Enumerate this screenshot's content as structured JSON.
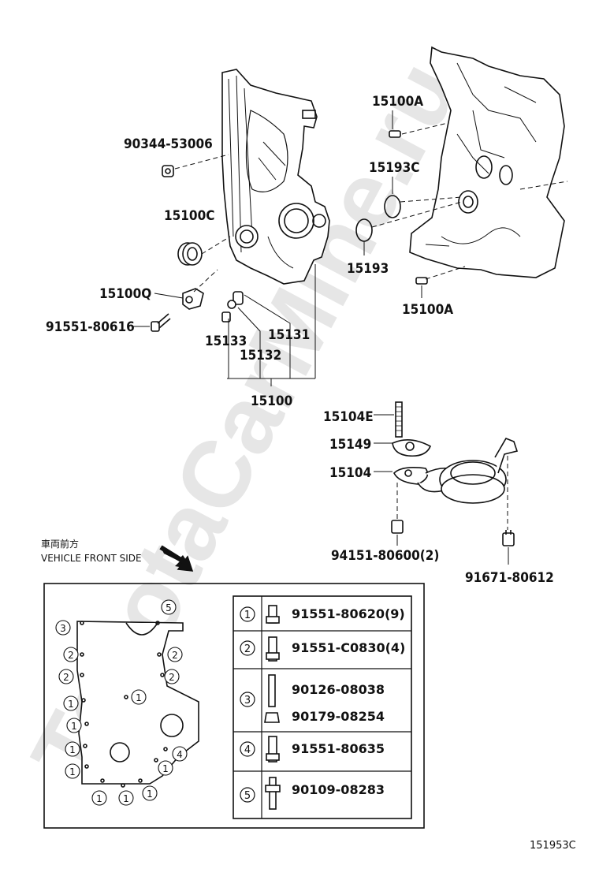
{
  "watermark": "ToyotaCarMine.ru",
  "callouts": {
    "c90344": "90344-53006",
    "c15100C": "15100C",
    "c15100Q": "15100Q",
    "c91551_80616": "91551-80616",
    "c15133": "15133",
    "c15132": "15132",
    "c15131": "15131",
    "c15100": "15100",
    "c15100A_top": "15100A",
    "c15193C": "15193C",
    "c15193": "15193",
    "c15100A_bot": "15100A",
    "c15104E": "15104E",
    "c15149": "15149",
    "c15104": "15104",
    "c94151": "94151-80600(2)",
    "c91671": "91671-80612"
  },
  "front_side": {
    "jp": "車両前方",
    "en": "VEHICLE FRONT SIDE"
  },
  "legend": [
    {
      "num": "1",
      "parts": [
        "91551-80620(9)"
      ]
    },
    {
      "num": "2",
      "parts": [
        "91551-C0830(4)"
      ]
    },
    {
      "num": "3",
      "parts": [
        "90126-08038",
        "90179-08254"
      ]
    },
    {
      "num": "4",
      "parts": [
        "91551-80635"
      ]
    },
    {
      "num": "5",
      "parts": [
        "90109-08283"
      ]
    }
  ],
  "cover_markers": [
    "5",
    "3",
    "2",
    "2",
    "2",
    "2",
    "1",
    "1",
    "1",
    "1",
    "4",
    "1",
    "1",
    "1",
    "1",
    "1",
    "1"
  ],
  "figure_id": "151953C"
}
